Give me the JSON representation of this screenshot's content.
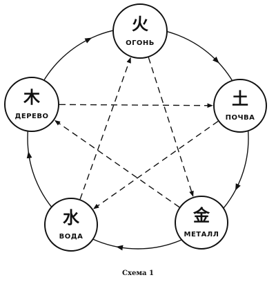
{
  "diagram": {
    "elements": [
      {
        "id": "fire",
        "glyph": "火",
        "label": "ОГОНЬ"
      },
      {
        "id": "earth",
        "glyph": "土",
        "label": "ПОЧВА"
      },
      {
        "id": "metal",
        "glyph": "金",
        "label": "МЕТАЛЛ"
      },
      {
        "id": "water",
        "glyph": "水",
        "label": "ВОДА"
      },
      {
        "id": "wood",
        "glyph": "木",
        "label": "ДЕРЕВО"
      }
    ],
    "generating_cycle": [
      [
        "fire",
        "earth"
      ],
      [
        "earth",
        "metal"
      ],
      [
        "metal",
        "water"
      ],
      [
        "water",
        "wood"
      ],
      [
        "wood",
        "fire"
      ]
    ],
    "controlling_cycle": [
      [
        "wood",
        "earth"
      ],
      [
        "earth",
        "water"
      ],
      [
        "water",
        "fire"
      ],
      [
        "fire",
        "metal"
      ],
      [
        "metal",
        "wood"
      ]
    ]
  },
  "caption": "Схема 1"
}
